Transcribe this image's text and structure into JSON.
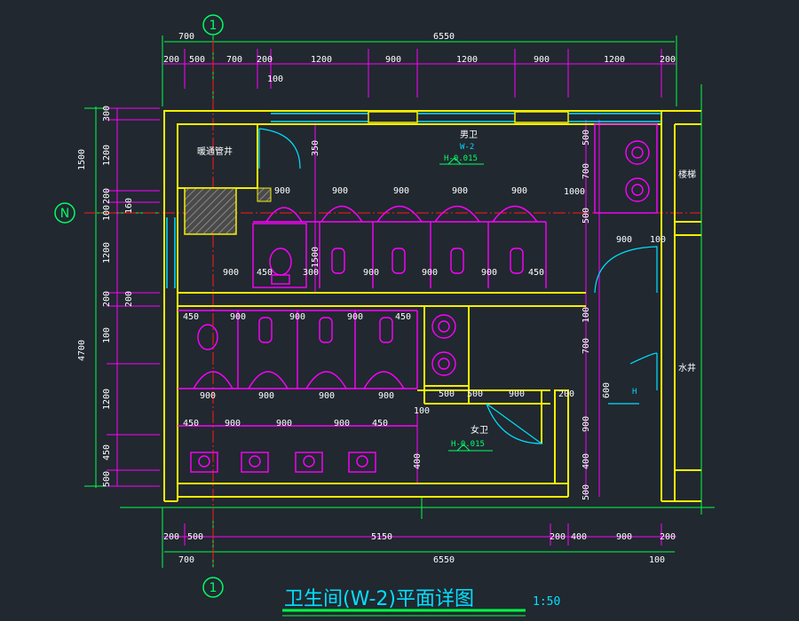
{
  "drawing": {
    "title": "卫生间(W-2)平面详图",
    "scale": "1:50",
    "axis_1_top": "1",
    "axis_1_bottom": "1",
    "axis_n": "N"
  },
  "rooms": {
    "men_label": "男卫",
    "men_code": "W-2",
    "men_elev": "H-0.015",
    "women_label": "女卫",
    "women_elev": "H-0.015",
    "shaft_label": "暖通管井",
    "right_room_top": "楼梯",
    "right_room_mid": "水井",
    "h_label": "H"
  },
  "dims_top": {
    "overall_left": "700",
    "overall": "6550",
    "row": [
      "200",
      "500",
      "700",
      "200",
      "1200",
      "900",
      "1200",
      "900",
      "1200",
      "200"
    ],
    "sub": "100"
  },
  "dims_bottom": {
    "row": [
      "200",
      "500",
      "5150",
      "200",
      "400",
      "900",
      "200"
    ],
    "overall_left": "700",
    "overall": "6550",
    "overall_right": "100"
  },
  "dims_left": {
    "outer": [
      "1500",
      "4700"
    ],
    "inner": [
      "300",
      "1200",
      "200",
      "100",
      "1200",
      "200",
      "100",
      "1200",
      "450",
      "500"
    ],
    "extra": [
      "160",
      "200",
      "100"
    ]
  },
  "dims_men": {
    "stall_widths": [
      "900",
      "900",
      "900",
      "900"
    ],
    "under": [
      "900",
      "450",
      "900",
      "300",
      "900",
      "900",
      "900",
      "450"
    ],
    "right_col": [
      "500",
      "700",
      "1000",
      "500"
    ],
    "misc": [
      "900",
      "100",
      "1500",
      "350"
    ]
  },
  "dims_women": {
    "top": [
      "450",
      "900",
      "900",
      "900",
      "450"
    ],
    "bottom": [
      "900",
      "900",
      "900",
      "900"
    ],
    "sink_row": [
      "450",
      "900",
      "900",
      "900",
      "450"
    ],
    "right": [
      "100",
      "700",
      "900",
      "600",
      "400",
      "500"
    ],
    "mid": [
      "100",
      "500",
      "900",
      "200",
      "500",
      "400"
    ]
  },
  "colors": {
    "background": "#212830",
    "wall": "#f5f000",
    "fixture": "#ff00ff",
    "dimension": "#ff00ff",
    "axis": "#ff1a1a",
    "extension": "#00ff44",
    "window": "#00e0ff",
    "title": "#00e0ff"
  }
}
